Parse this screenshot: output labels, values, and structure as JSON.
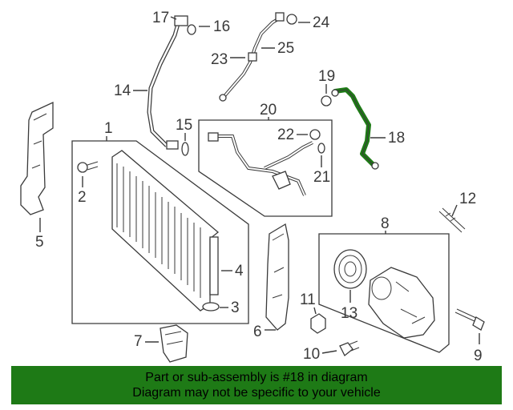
{
  "callouts": {
    "c1": "1",
    "c2": "2",
    "c3": "3",
    "c4": "4",
    "c5": "5",
    "c6": "6",
    "c7": "7",
    "c8": "8",
    "c9": "9",
    "c10": "10",
    "c11": "11",
    "c12": "12",
    "c13": "13",
    "c14": "14",
    "c15": "15",
    "c16": "16",
    "c17": "17",
    "c18": "18",
    "c19": "19",
    "c20": "20",
    "c21": "21",
    "c22": "22",
    "c23": "23",
    "c24": "24",
    "c25": "25"
  },
  "banner": {
    "line1": "Part or sub-assembly is #18 in diagram",
    "line2": "Diagram may not be specific to your vehicle"
  },
  "colors": {
    "highlight_part": "#1e7a16",
    "banner_bg": "#1e7a16"
  }
}
